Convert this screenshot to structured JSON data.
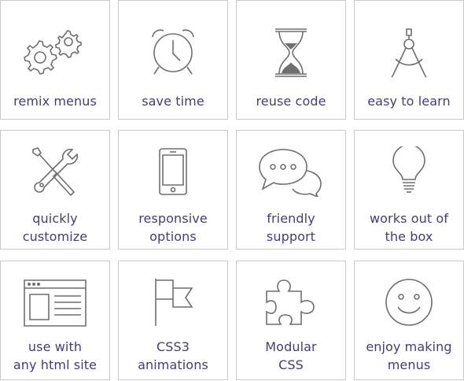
{
  "features": [
    {
      "icon": "gears-icon",
      "lines": [
        "remix menus"
      ]
    },
    {
      "icon": "alarm-clock-icon",
      "lines": [
        "save time"
      ]
    },
    {
      "icon": "hourglass-icon",
      "lines": [
        "reuse code"
      ]
    },
    {
      "icon": "compass-icon",
      "lines": [
        "easy to learn"
      ]
    },
    {
      "icon": "tools-icon",
      "lines": [
        "quickly",
        "customize"
      ]
    },
    {
      "icon": "phone-icon",
      "lines": [
        "responsive",
        "options"
      ]
    },
    {
      "icon": "chat-bubbles-icon",
      "lines": [
        "friendly",
        "support"
      ]
    },
    {
      "icon": "lightbulb-icon",
      "lines": [
        "works out of",
        "the box"
      ]
    },
    {
      "icon": "browser-window-icon",
      "lines": [
        "use with",
        "any html site"
      ]
    },
    {
      "icon": "flag-icon",
      "lines": [
        "CSS3",
        "animations"
      ]
    },
    {
      "icon": "puzzle-piece-icon",
      "lines": [
        "Modular",
        "CSS"
      ]
    },
    {
      "icon": "smiley-icon",
      "lines": [
        "enjoy making",
        "menus"
      ]
    }
  ],
  "colors": {
    "label": "#4a3a78",
    "icon_stroke": "#6f6f6f",
    "border": "#c9c9c9"
  }
}
